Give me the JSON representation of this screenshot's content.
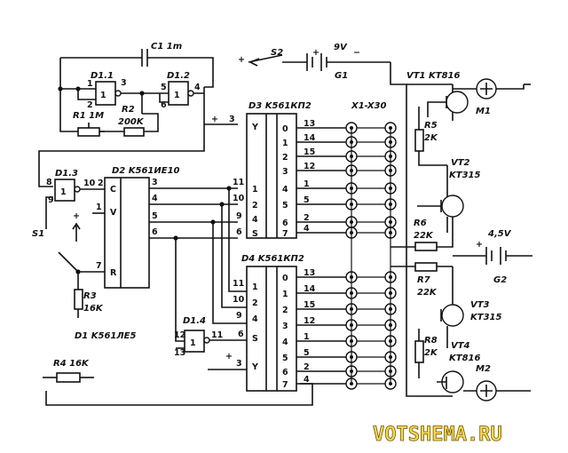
{
  "labels": {
    "c1": "C1 1m",
    "d11": "D1.1",
    "d12": "D1.2",
    "r1": "R1 1M",
    "r2": "R2",
    "r2v": "200K",
    "d13": "D1.3",
    "d14": "D1.4",
    "d2": "D2 K561ИЕ10",
    "d3": "D3 K561КП2",
    "d4": "D4 K561КП2",
    "s1": "S1",
    "s2": "S2",
    "r3": "R3",
    "r3v": "16K",
    "r4": "R4 16K",
    "d1": "D1 K561ЛЕ5",
    "g1": "G1",
    "g1v": "9V",
    "g2": "G2",
    "g2v": "4,5V",
    "x": "X1-X30",
    "vt1": "VT1 KT816",
    "vt2": "VT2",
    "vt2t": "KT315",
    "vt3": "VT3",
    "vt3t": "KT315",
    "vt4": "VT4",
    "vt4t": "KT816",
    "r5": "R5",
    "r5v": "2K",
    "r6": "R6",
    "r6v": "22K",
    "r7": "R7",
    "r7v": "22K",
    "r8": "R8",
    "r8v": "2K",
    "m1": "M1",
    "m2": "M2"
  },
  "watermark": "VOTSHEMA.RU",
  "chip_pins": {
    "d2_in": [
      "C",
      "V",
      "R"
    ],
    "d3_top_out": [
      "0",
      "1",
      "2",
      "3",
      "4",
      "5",
      "6",
      "7"
    ],
    "d3_top_ext": [
      "13",
      "14",
      "15",
      "12",
      "1",
      "5",
      "2",
      "4"
    ],
    "d4_out": [
      "0",
      "1",
      "2",
      "3",
      "4",
      "5",
      "6",
      "7"
    ],
    "d4_ext": [
      "13",
      "14",
      "15",
      "12",
      "1",
      "5",
      "2",
      "4"
    ]
  }
}
